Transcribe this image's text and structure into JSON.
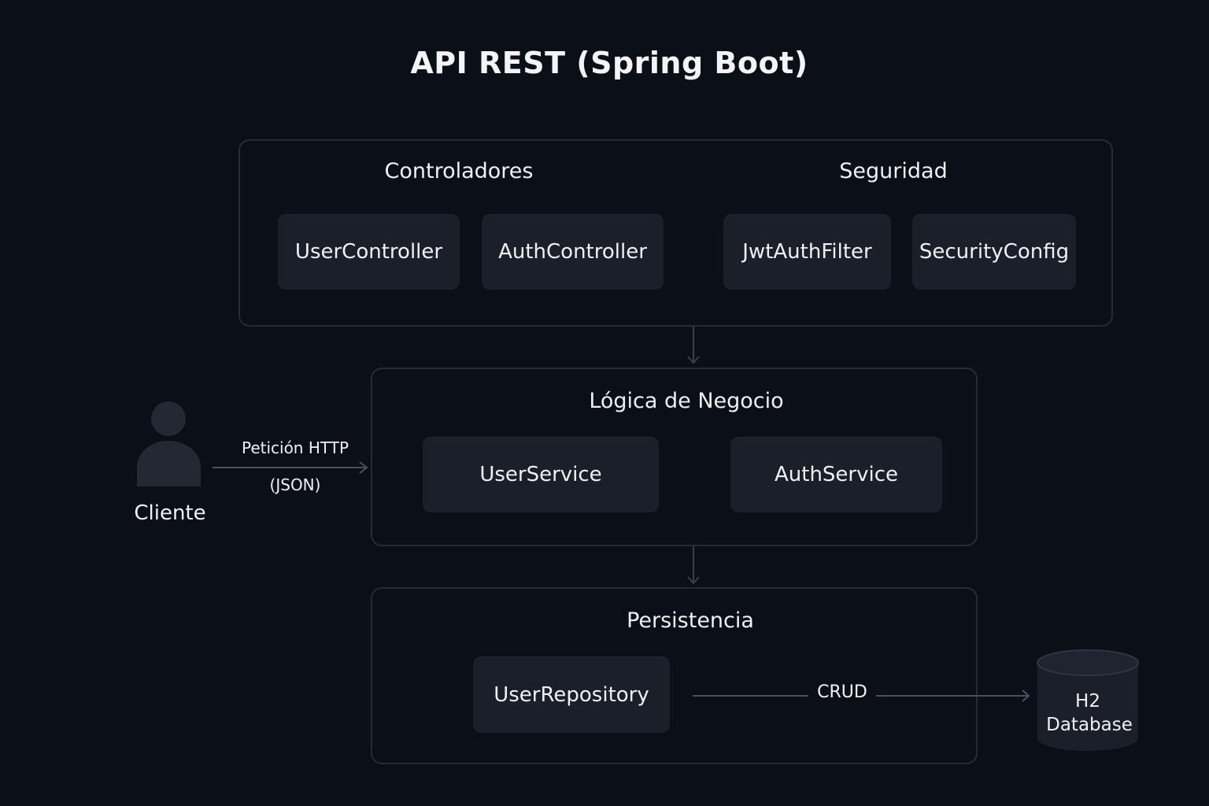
{
  "title": "API REST (Spring Boot)",
  "top_group": {
    "controllers_title": "Controladores",
    "security_title": "Seguridad",
    "user_controller": "UserController",
    "auth_controller": "AuthController",
    "jwt_auth_filter": "JwtAuthFilter",
    "security_config": "SecurityConfig"
  },
  "business_group": {
    "title": "Lógica de Negocio",
    "user_service": "UserService",
    "auth_service": "AuthService"
  },
  "persistence_group": {
    "title": "Persistencia",
    "user_repository": "UserRepository"
  },
  "client": {
    "label": "Cliente",
    "request_label": "Petición HTTP",
    "request_format": "(JSON)"
  },
  "database": {
    "line1": "H2",
    "line2": "Database",
    "edge_label": "CRUD"
  },
  "colors": {
    "background": "#0b0f17",
    "box_fill": "#1a1f29",
    "border": "#262c37",
    "icon": "#232833"
  }
}
